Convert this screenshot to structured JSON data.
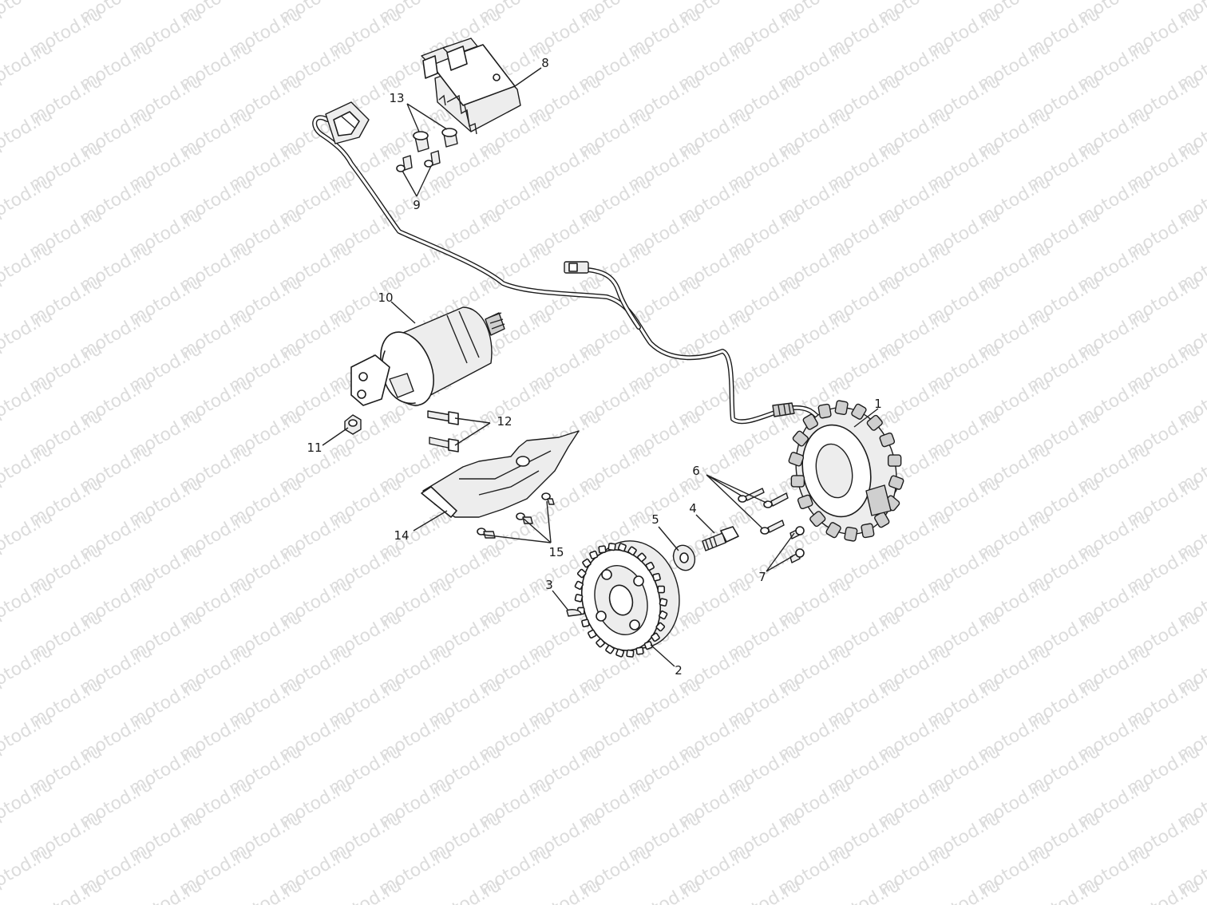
{
  "watermark": {
    "text": "motod.ru"
  },
  "callouts": [
    "1",
    "2",
    "3",
    "4",
    "5",
    "6",
    "7",
    "8",
    "9",
    "10",
    "11",
    "12",
    "13",
    "14",
    "15"
  ]
}
